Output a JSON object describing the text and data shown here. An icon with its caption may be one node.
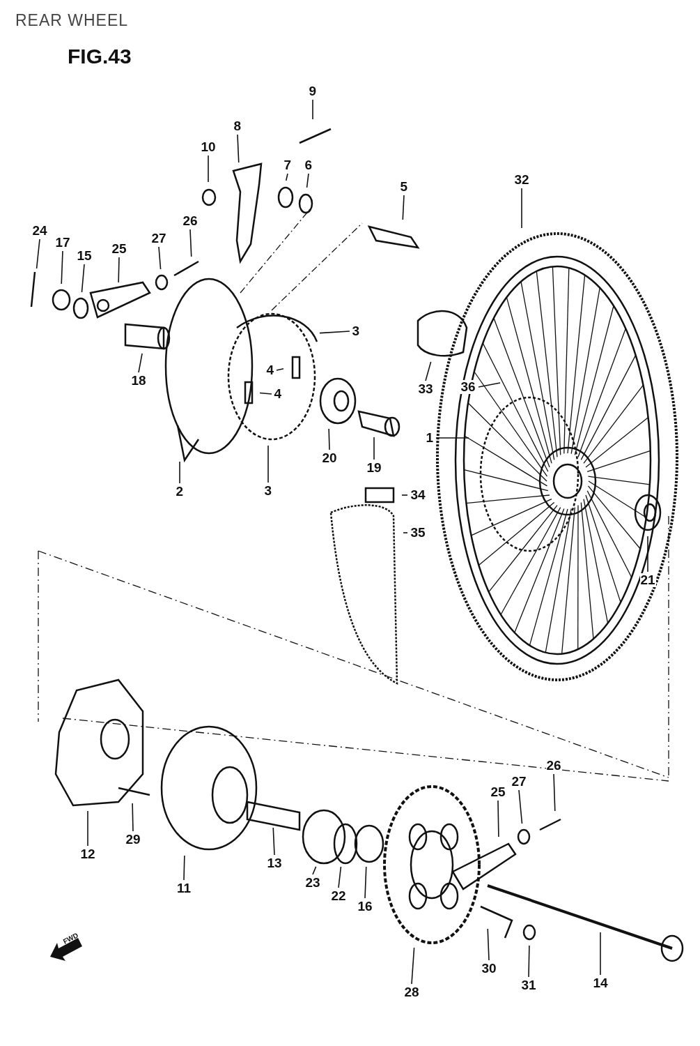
{
  "diagram": {
    "title": "REAR WHEEL",
    "nodes": [
      {
        "text": [
          "9"
        ]
      },
      {
        "text": [
          "8"
        ]
      },
      {
        "text": [
          "10"
        ]
      },
      {
        "text": [
          "7"
        ]
      },
      {
        "text": [
          "6"
        ]
      },
      {
        "text": [
          "5"
        ]
      },
      {
        "text": [
          "32"
        ]
      },
      {
        "text": [
          "24"
        ]
      },
      {
        "text": [
          "17"
        ]
      },
      {
        "text": [
          "15"
        ]
      },
      {
        "text": [
          "25"
        ]
      },
      {
        "text": [
          "27"
        ]
      },
      {
        "text": [
          "26"
        ]
      },
      {
        "text": [
          "3"
        ]
      },
      {
        "text": [
          "4"
        ]
      },
      {
        "text": [
          "4"
        ]
      },
      {
        "text": [
          "18"
        ]
      },
      {
        "text": [
          "33"
        ]
      },
      {
        "text": [
          "36"
        ]
      },
      {
        "text": [
          "1"
        ]
      },
      {
        "text": [
          "20"
        ]
      },
      {
        "text": [
          "19"
        ]
      },
      {
        "text": [
          "2"
        ]
      },
      {
        "text": [
          "3"
        ]
      },
      {
        "text": [
          "34"
        ]
      },
      {
        "text": [
          "35"
        ]
      },
      {
        "text": [
          "21"
        ]
      },
      {
        "text": [
          "12"
        ]
      },
      {
        "text": [
          "29"
        ]
      },
      {
        "text": [
          "11"
        ]
      },
      {
        "text": [
          "13"
        ]
      },
      {
        "text": [
          "23"
        ]
      },
      {
        "text": [
          "22"
        ]
      },
      {
        "text": [
          "16"
        ]
      },
      {
        "text": [
          "28"
        ]
      },
      {
        "text": [
          "25"
        ]
      },
      {
        "text": [
          "27"
        ]
      },
      {
        "text": [
          "26"
        ]
      },
      {
        "text": [
          "30"
        ]
      },
      {
        "text": [
          "31"
        ]
      },
      {
        "text": [
          "14"
        ]
      }
    ],
    "edges": [
      {
        "from": 0,
        "to": null,
        "arrow": "none"
      },
      {
        "from": 1,
        "to": null,
        "arrow": "none"
      },
      {
        "from": 2,
        "to": null,
        "arrow": "none"
      },
      {
        "from": 3,
        "to": null,
        "arrow": "none"
      },
      {
        "from": 4,
        "to": null,
        "arrow": "none"
      },
      {
        "from": 5,
        "to": null,
        "arrow": "none"
      },
      {
        "from": 6,
        "to": null,
        "arrow": "none"
      },
      {
        "from": 7,
        "to": null,
        "arrow": "none"
      },
      {
        "from": 8,
        "to": null,
        "arrow": "none"
      },
      {
        "from": 9,
        "to": null,
        "arrow": "none"
      },
      {
        "from": 10,
        "to": null,
        "arrow": "none"
      },
      {
        "from": 11,
        "to": null,
        "arrow": "none"
      },
      {
        "from": 12,
        "to": null,
        "arrow": "none"
      },
      {
        "from": 13,
        "to": null,
        "arrow": "none"
      },
      {
        "from": 14,
        "to": null,
        "arrow": "none"
      },
      {
        "from": 15,
        "to": null,
        "arrow": "none"
      },
      {
        "from": 16,
        "to": null,
        "arrow": "none"
      },
      {
        "from": 17,
        "to": null,
        "arrow": "none"
      },
      {
        "from": 18,
        "to": null,
        "arrow": "none"
      },
      {
        "from": 19,
        "to": null,
        "arrow": "none"
      },
      {
        "from": 20,
        "to": null,
        "arrow": "none"
      },
      {
        "from": 21,
        "to": null,
        "arrow": "none"
      },
      {
        "from": 22,
        "to": null,
        "arrow": "none"
      },
      {
        "from": 23,
        "to": null,
        "arrow": "none"
      },
      {
        "from": 24,
        "to": null,
        "arrow": "none"
      },
      {
        "from": 25,
        "to": null,
        "arrow": "none"
      },
      {
        "from": 26,
        "to": null,
        "arrow": "none"
      },
      {
        "from": 27,
        "to": null,
        "arrow": "none"
      },
      {
        "from": 28,
        "to": null,
        "arrow": "none"
      },
      {
        "from": 29,
        "to": null,
        "arrow": "none"
      },
      {
        "from": 30,
        "to": null,
        "arrow": "none"
      },
      {
        "from": 31,
        "to": null,
        "arrow": "none"
      },
      {
        "from": 32,
        "to": null,
        "arrow": "none"
      },
      {
        "from": 33,
        "to": null,
        "arrow": "none"
      },
      {
        "from": 34,
        "to": null,
        "arrow": "none"
      },
      {
        "from": 35,
        "to": null,
        "arrow": "none"
      },
      {
        "from": 36,
        "to": null,
        "arrow": "none"
      },
      {
        "from": 37,
        "to": null,
        "arrow": "none"
      },
      {
        "from": 38,
        "to": null,
        "arrow": "none"
      },
      {
        "from": 39,
        "to": null,
        "arrow": "none"
      },
      {
        "from": 40,
        "to": null,
        "arrow": "none"
      }
    ],
    "labels": [
      "FIG.43",
      "FWD"
    ]
  }
}
